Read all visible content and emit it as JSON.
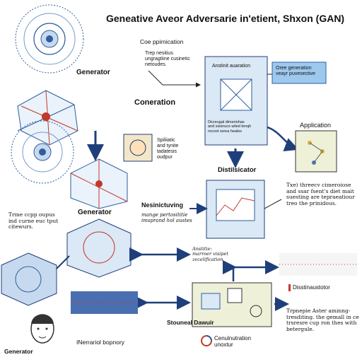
{
  "title": "Geneative Aveor Adversarie in'etient, Shxon (GAN)",
  "top_note_heading": "Coe ppirnication",
  "top_note_body": "Trep nesitius\nungragtiine cusinetic\nnetoudes.",
  "labels": {
    "generator_1": "Generator",
    "coneration": "Coneration",
    "generator_2": "Generator",
    "generator_3": "Generator",
    "distilsicator": "Distilsicator",
    "application": "Application",
    "nesinictuving": "Nesinictuving",
    "stouneal_dawuir": "Stouneal Dawuir",
    "nerrariol_bopnory": "INerrariol bopnory",
    "disstinaustotor": "Disstinaustotor",
    "cenulnutration": "Cenulnutration\nunoxtur"
  },
  "panels": {
    "anstinit_title": "Anstinit auaration",
    "anstinit_caption": "Dicreugal dimeriohas\nand ssisnucs wiled tenqh\nrecoot ssrea heales",
    "oree_box": "Oree generation\nveayr puvesective",
    "spiliiatic": "Spiliiatic\nand tynite\ntadatesis\noudpur"
  },
  "notes": {
    "left_mid": "Trme ccpp oupus\nind curne euc tput\ncitewurs.",
    "mange": "mange pertosititie\nimsprand hol austes",
    "anstitie": "Anstitie:\nmarroer visipet\nzecelification",
    "right_mid": "Txe) threecv cimeroiose\nand ssar fsent's diet mait\nsuesting are tepraeatiour\ntreo the prinidous.",
    "bottom_right": "Trpnepie Aster aminng-\ntresditing. the gemall in ce\ntrsresre cup ron thes with\nbetergule."
  },
  "colors": {
    "net_blue": "#2e5e9e",
    "net_red": "#c0392b",
    "arrow_navy": "#1f3f7a",
    "panel_blue": "#dbe8f5",
    "panel_green": "#eef0d8",
    "highlight_blue": "#9ec9ee"
  },
  "icons": [
    "network-graph-icon",
    "face-icon",
    "head-scan-icon",
    "circle-arrows-icon"
  ]
}
